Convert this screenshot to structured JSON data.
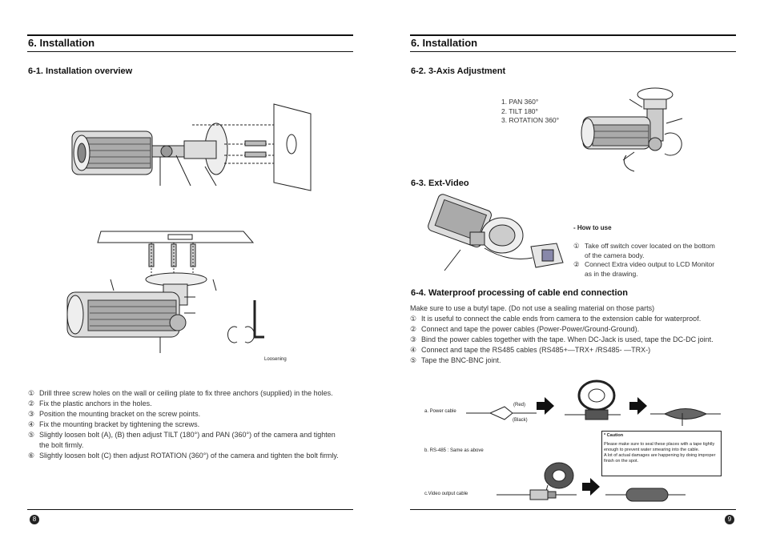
{
  "left": {
    "header": {
      "title": "6. Installation"
    },
    "section1": {
      "title": "6-1. Installation overview"
    },
    "loosening_label": "Loosening",
    "steps": [
      {
        "n": "①",
        "text": "Drill three screw holes on the wall or ceiling plate to fix three anchors (supplied) in the holes."
      },
      {
        "n": "②",
        "text": "Fix the plastic anchors in the holes."
      },
      {
        "n": "③",
        "text": "Position the mounting bracket on the screw points."
      },
      {
        "n": "④",
        "text": "Fix the mounting bracket by tightening the screws."
      },
      {
        "n": "⑤",
        "text": "Slightly loosen bolt (A), (B) then adjust TILT (180°) and PAN (360°) of the camera and tighten the bolt firmly."
      },
      {
        "n": "⑥",
        "text": "Slightly loosen bolt (C) then adjust ROTATION (360°) of the camera and tighten the bolt firmly."
      }
    ],
    "page_number": "8"
  },
  "right": {
    "header": {
      "title": "6. Installation"
    },
    "axis": {
      "title": "6-2. 3-Axis Adjustment",
      "items": [
        "1. PAN 360°",
        "2. TILT 180°",
        "3. ROTATION 360°"
      ]
    },
    "ext_video": {
      "title": "6-3. Ext-Video",
      "how_to_use": "- How to use",
      "steps": [
        {
          "n": "①",
          "text": "Take off switch cover located on the bottom of the camera body."
        },
        {
          "n": "②",
          "text": "Connect Extra video output to LCD Monitor as in the drawing."
        }
      ]
    },
    "waterproof": {
      "title": "6-4. Waterproof processing of cable end connection",
      "intro": "Make sure to use a butyl tape. (Do not use a sealing material on those parts)",
      "steps": [
        {
          "n": "①",
          "text": "It is useful to connect the cable ends from camera to the extension cable for waterproof."
        },
        {
          "n": "②",
          "text": "Connect and tape the power cables (Power-Power/Ground-Ground)."
        },
        {
          "n": "③",
          "text": "Bind the power cables together with the tape. When DC-Jack is used, tape the DC-DC joint."
        },
        {
          "n": "④",
          "text": "Connect and tape the RS485 cables (RS485+—TRX+ /RS485- —TRX-)"
        },
        {
          "n": "⑤",
          "text": "Tape the BNC-BNC joint."
        }
      ],
      "labels": {
        "power": "a. Power cable",
        "red": "(Red)",
        "black": "(Black)",
        "rs485": "b. RS-485 : Same as above",
        "video": "c.Video output cable"
      },
      "caution": {
        "title": "* Caution",
        "text1": "Please make sure to seal these places with a tape tightly enough to prevent water smearing into the cable.",
        "text2": "A lot of actual damages are happening by doing improper finish on the spot."
      }
    },
    "page_number": "9"
  }
}
